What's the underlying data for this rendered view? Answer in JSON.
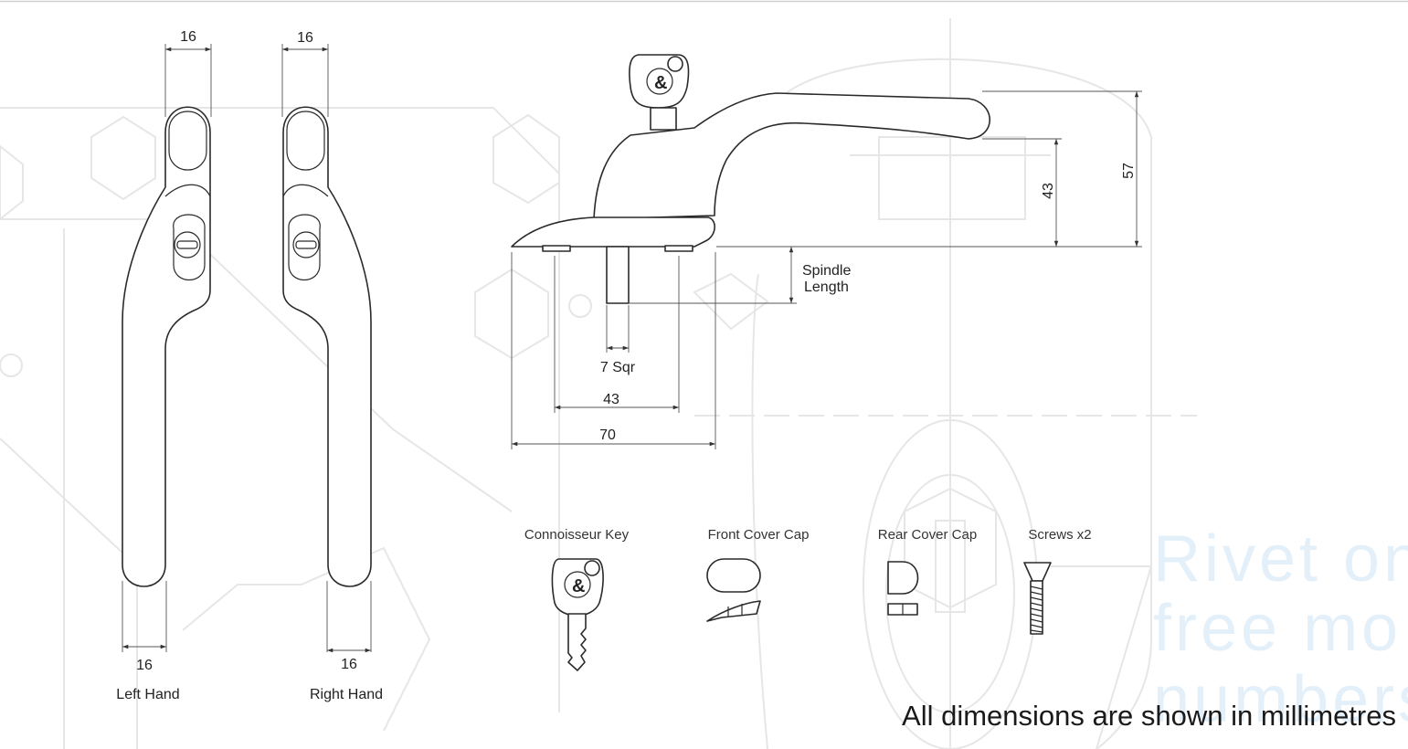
{
  "handle_front_views": [
    {
      "label": "Left Hand",
      "top_width": "16",
      "bottom_width": "16"
    },
    {
      "label": "Right Hand",
      "top_width": "16",
      "bottom_width": "16"
    }
  ],
  "side_view": {
    "overall_height": "57",
    "lever_height": "43",
    "spindle_label_line1": "Spindle",
    "spindle_label_line2": "Length",
    "spindle_size": "7 Sqr",
    "fixing_centres": "43",
    "base_length": "70"
  },
  "components": [
    {
      "label": "Connoisseur Key",
      "icon": "key-icon"
    },
    {
      "label": "Front Cover Cap",
      "icon": "front-cover-cap-icon"
    },
    {
      "label": "Rear Cover Cap",
      "icon": "rear-cover-cap-icon"
    },
    {
      "label": "Screws x2",
      "icon": "screw-icon"
    }
  ],
  "watermark": {
    "line1": "Rivet  on",
    "line2": "free  mo",
    "line3": "numbers"
  },
  "note": "All dimensions are shown in millimetres",
  "colors": {
    "line": "#2a2a2a",
    "background_drawing": "#e6e6e6",
    "watermark": "#e3f0fa",
    "text": "#222222"
  }
}
